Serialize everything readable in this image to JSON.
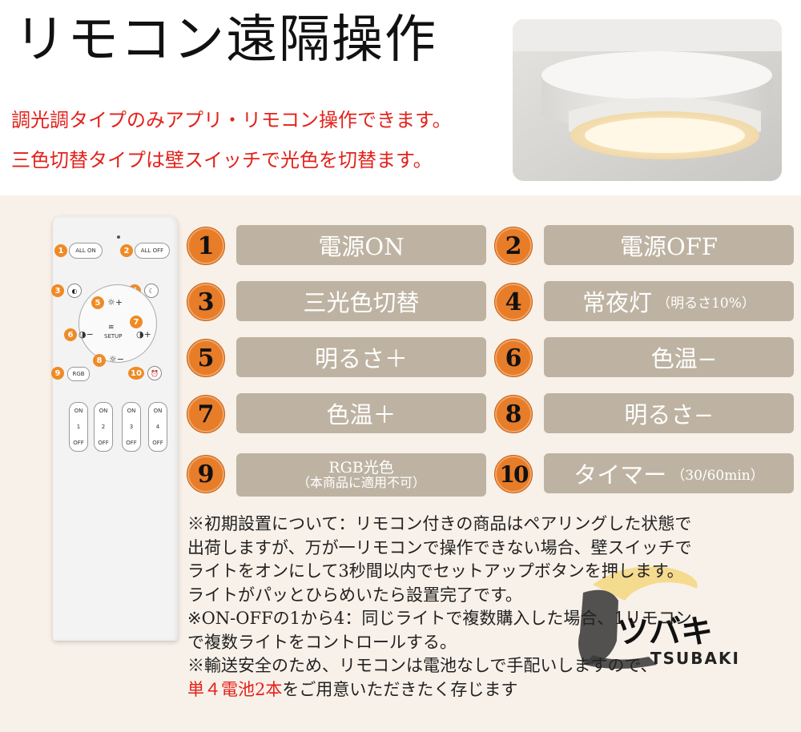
{
  "header": {
    "title": "リモコン遠隔操作",
    "note_line1": "調光調タイプのみアプリ・リモコン操作できます。",
    "note_line2": "三色切替タイプは壁スイッチで光色を切替ます。"
  },
  "remote": {
    "all_on": "ALL ON",
    "all_off": "ALL OFF",
    "rgb": "RGB",
    "setup": "SETUP",
    "badges": [
      "1",
      "2",
      "3",
      "4",
      "5",
      "6",
      "7",
      "8",
      "9",
      "10"
    ],
    "groups": [
      {
        "on": "ON",
        "num": "1",
        "off": "OFF"
      },
      {
        "on": "ON",
        "num": "2",
        "off": "OFF"
      },
      {
        "on": "ON",
        "num": "3",
        "off": "OFF"
      },
      {
        "on": "ON",
        "num": "4",
        "off": "OFF"
      }
    ]
  },
  "functions": [
    {
      "num": "1",
      "label": "電源ON",
      "sub": ""
    },
    {
      "num": "2",
      "label": "電源OFF",
      "sub": ""
    },
    {
      "num": "3",
      "label": "三光色切替",
      "sub": ""
    },
    {
      "num": "4",
      "label": "常夜灯",
      "sub": "（明るさ10%）"
    },
    {
      "num": "5",
      "label": "明るさ＋",
      "sub": ""
    },
    {
      "num": "6",
      "label": "色温−",
      "sub": ""
    },
    {
      "num": "7",
      "label": "色温＋",
      "sub": ""
    },
    {
      "num": "8",
      "label": "明るさ−",
      "sub": ""
    },
    {
      "num": "9",
      "label": "RGB光色",
      "sub": "（本商品に適用不可）"
    },
    {
      "num": "10",
      "label": "タイマー",
      "sub": "（30/60min）"
    }
  ],
  "instructions": {
    "line1": "※初期設置について：リモコン付きの商品はペアリングした状態で",
    "line2": "出荷しますが、万が一リモコンで操作できない場合、壁スイッチで",
    "line3": "ライトをオンにして3秒間以内でセットアップボタンを押します。",
    "line4": "ライトがパッとひらめいたら設置完了です。",
    "line5": "※ON-OFFの1から4：同じライトで複数購入した場合、1リモコン",
    "line6": "で複数ライトをコントロールする。",
    "line7": "※輸送安全のため、リモコンは電池なしで手配いしますので、",
    "line8_red": "単４電池2本",
    "line8_rest": "をご用意いただきたく存じます"
  },
  "logo": {
    "jp": "ツバキ",
    "en": "TSUBAKI"
  },
  "colors": {
    "accent_orange": "#e77c29",
    "pill_bg": "#beb3a2",
    "panel_bg": "#f8f1e9",
    "note_red": "#e3211a"
  }
}
